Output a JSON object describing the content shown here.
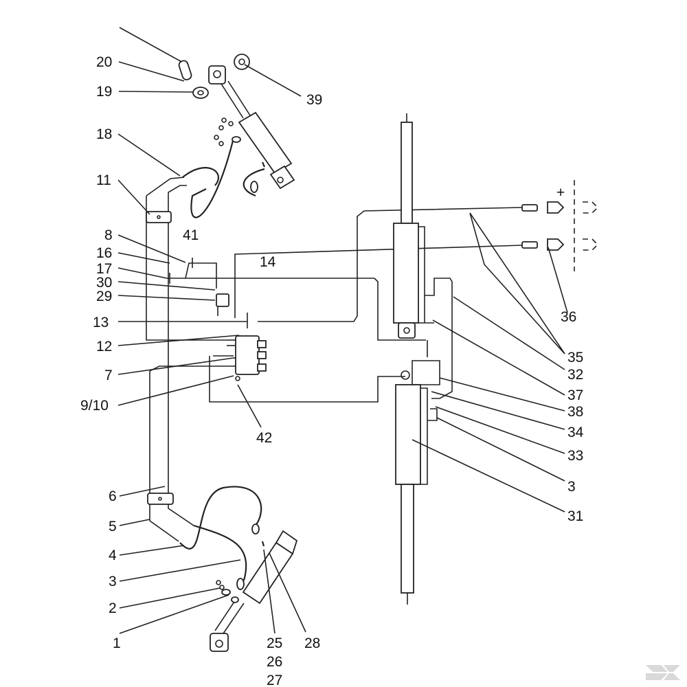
{
  "callouts": {
    "c1": "1",
    "c2": "2",
    "c3": "3",
    "c4": "4",
    "c5": "5",
    "c6": "6",
    "c7": "7",
    "c8": "8",
    "c910": "9/10",
    "c11": "11",
    "c12": "12",
    "c13": "13",
    "c14": "14",
    "c16": "16",
    "c17": "17",
    "c18": "18",
    "c19": "19",
    "c20": "20",
    "c25": "25",
    "c26": "26",
    "c27": "27",
    "c28": "28",
    "c29": "29",
    "c30": "30",
    "c31": "31",
    "c32": "32",
    "c33": "33",
    "c34": "34",
    "c35": "35",
    "c36": "36",
    "c37": "37",
    "c38": "38",
    "c39": "39",
    "c41": "41",
    "c42": "42",
    "c3b": "3"
  },
  "symbols": {
    "plus": "+"
  },
  "icons": {
    "logo": "brand-logo-icon"
  },
  "colors": {
    "ink": "#222222",
    "logo": "#d9d9d9"
  }
}
